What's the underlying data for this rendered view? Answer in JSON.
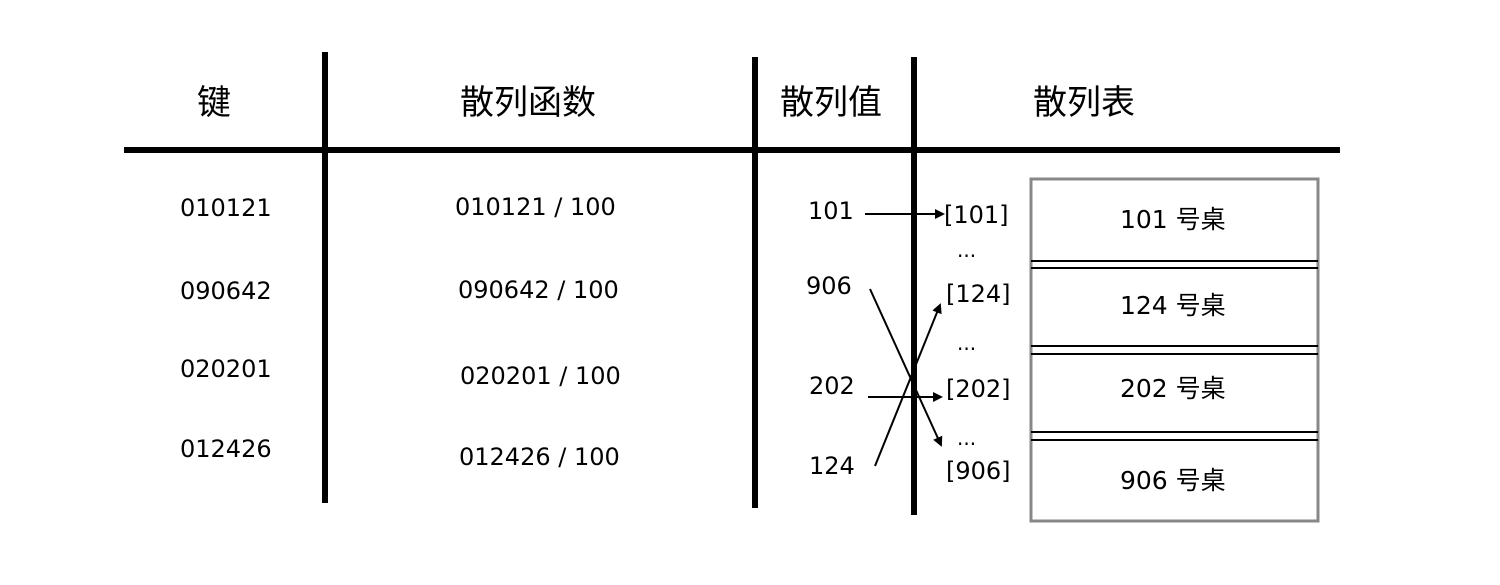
{
  "headers": {
    "key": "键",
    "hash_function": "散列函数",
    "hash_value": "散列值",
    "hash_table": "散列表"
  },
  "rows": [
    {
      "key": "010121",
      "function": "010121 / 100",
      "value": "101"
    },
    {
      "key": "090642",
      "function": "090642 / 100",
      "value": "906"
    },
    {
      "key": "020201",
      "function": "020201 / 100",
      "value": "202"
    },
    {
      "key": "012426",
      "function": "012426 / 100",
      "value": "124"
    }
  ],
  "table_indices": [
    "[101]",
    "[124]",
    "[202]",
    "[906]"
  ],
  "ellipsis": "...",
  "table_entries": [
    "101 号桌",
    "124 号桌",
    "202 号桌",
    "906 号桌"
  ],
  "colors": {
    "lines": "#000000",
    "table_border": "#888888"
  }
}
